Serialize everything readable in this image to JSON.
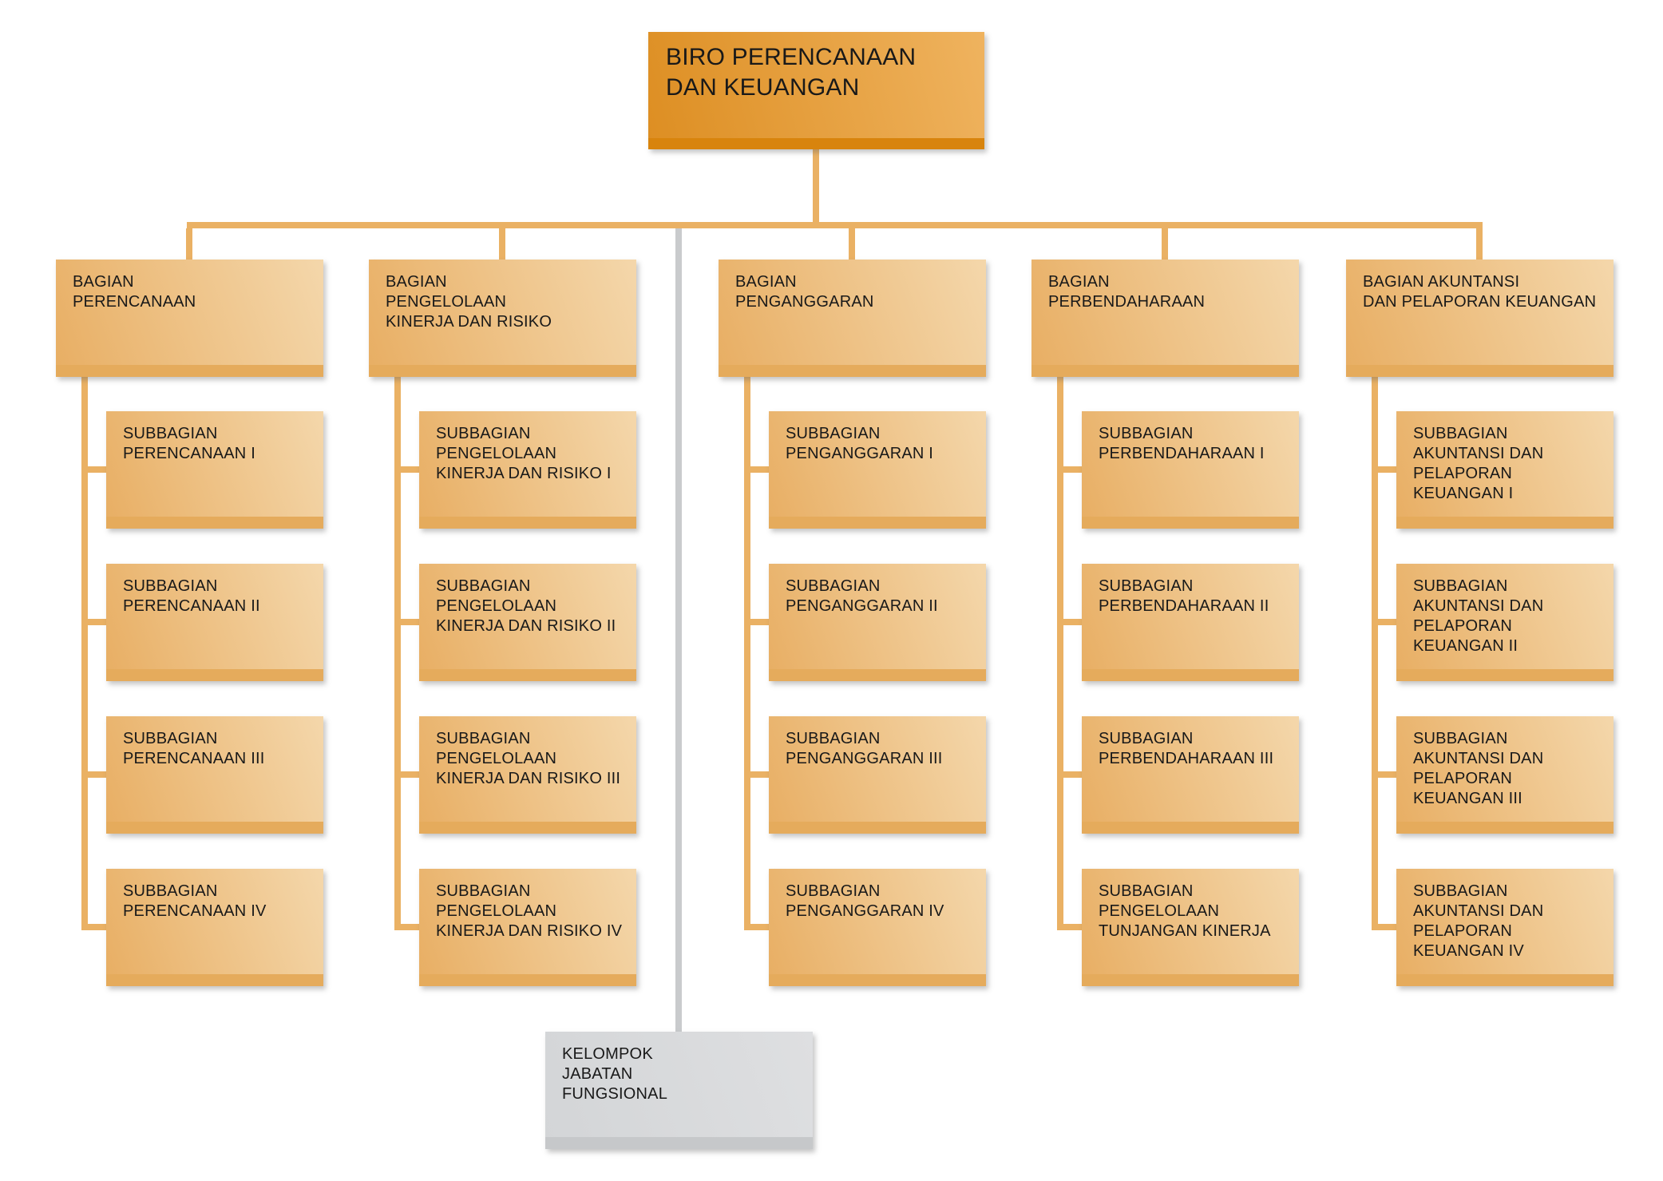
{
  "root": {
    "label": "BIRO PERENCANAAN\nDAN KEUANGAN"
  },
  "columns": [
    {
      "head": {
        "label": "BAGIAN\nPERENCANAAN"
      },
      "subs": [
        {
          "label": "SUBBAGIAN\nPERENCANAAN I"
        },
        {
          "label": "SUBBAGIAN\nPERENCANAAN II"
        },
        {
          "label": "SUBBAGIAN\nPERENCANAAN III"
        },
        {
          "label": "SUBBAGIAN\nPERENCANAAN IV"
        }
      ]
    },
    {
      "head": {
        "label": "BAGIAN\nPENGELOLAAN\nKINERJA DAN RISIKO"
      },
      "subs": [
        {
          "label": "SUBBAGIAN\nPENGELOLAAN\nKINERJA DAN RISIKO I"
        },
        {
          "label": "SUBBAGIAN\nPENGELOLAAN\nKINERJA DAN RISIKO II"
        },
        {
          "label": "SUBBAGIAN\nPENGELOLAAN\nKINERJA DAN RISIKO III"
        },
        {
          "label": "SUBBAGIAN\nPENGELOLAAN\nKINERJA DAN RISIKO IV"
        }
      ]
    },
    {
      "head": {
        "label": "BAGIAN\nPENGANGGARAN"
      },
      "subs": [
        {
          "label": "SUBBAGIAN\nPENGANGGARAN I"
        },
        {
          "label": "SUBBAGIAN\nPENGANGGARAN II"
        },
        {
          "label": "SUBBAGIAN\nPENGANGGARAN III"
        },
        {
          "label": "SUBBAGIAN\nPENGANGGARAN IV"
        }
      ]
    },
    {
      "head": {
        "label": "BAGIAN\nPERBENDAHARAAN"
      },
      "subs": [
        {
          "label": "SUBBAGIAN\nPERBENDAHARAAN I"
        },
        {
          "label": "SUBBAGIAN\nPERBENDAHARAAN II"
        },
        {
          "label": "SUBBAGIAN\nPERBENDAHARAAN III"
        },
        {
          "label": "SUBBAGIAN\nPENGELOLAAN\nTUNJANGAN KINERJA"
        }
      ]
    },
    {
      "head": {
        "label": "BAGIAN AKUNTANSI\nDAN PELAPORAN KEUANGAN"
      },
      "subs": [
        {
          "label": "SUBBAGIAN\nAKUNTANSI DAN\nPELAPORAN\nKEUANGAN I"
        },
        {
          "label": "SUBBAGIAN\nAKUNTANSI DAN\nPELAPORAN\nKEUANGAN II"
        },
        {
          "label": "SUBBAGIAN\nAKUNTANSI DAN\nPELAPORAN\nKEUANGAN III"
        },
        {
          "label": "SUBBAGIAN\nAKUNTANSI DAN\nPELAPORAN\nKEUANGAN IV"
        }
      ]
    }
  ],
  "functional": {
    "label": "KELOMPOK\nJABATAN\nFUNGSIONAL"
  },
  "colors": {
    "root-grad-a": "#DD8E22",
    "root-grad-b": "#EFB35F",
    "root-strip": "#D8840D",
    "node-grad-a": "#E8AE63",
    "node-grad-b": "#F4D7AB",
    "node-strip": "#E5AB5C",
    "gray-grad-a": "#D3D5D7",
    "gray-grad-b": "#DEDFE1",
    "gray-strip": "#C6C8CA",
    "line-orange": "#EAB164",
    "line-gray": "#C9CBCD",
    "text": "#191919"
  }
}
